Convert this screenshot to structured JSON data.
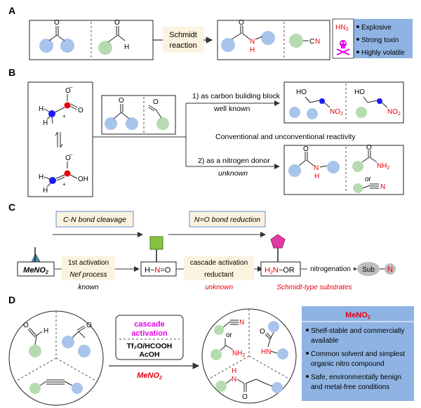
{
  "panels": {
    "A": "A",
    "B": "B",
    "C": "C",
    "D": "D"
  },
  "panelA": {
    "reagent_line1": "Schmidt",
    "reagent_line2": "reaction",
    "hn3": "HN",
    "hn3_sub": "3",
    "hazards": [
      "Explosive",
      "Strong toxin",
      "Highly volatile"
    ],
    "cn": "CN",
    "amide_n": "N",
    "amide_h": "H",
    "aldehyde_h": "H"
  },
  "panelB": {
    "route1": "1) as carbon buliding block",
    "route1_status": "well known",
    "route2": "2) as a nitrogen donor",
    "route2_status": "unknown",
    "reactivity": "Conventional and unconventional  reactivity",
    "or_label": "or",
    "ho": "HO",
    "no2": "NO",
    "no2_sub": "2",
    "nh2": "NH",
    "nh2_sub": "2",
    "amide_n": "N",
    "amide_h": "H"
  },
  "panelC": {
    "cn_cleavage": "C-N bond cleavage",
    "no_reduction": "N=O bond reduction",
    "meno2": "MeNO",
    "meno2_sub": "2",
    "first_activation": "1st activation",
    "nef": "Nef process",
    "known": "known",
    "hno_h": "H",
    "hno_n": "N",
    "hno_o": "O",
    "cascade_activation": "cascade activation",
    "reductant": "reductant",
    "unknown": "unknown",
    "h2n": "H",
    "h2n_sub": "2",
    "h2n_n": "N",
    "h2n_or": "OR",
    "nitrogenation": "nitrogenation",
    "schmidt_substrates": "Schmidt-type substrates",
    "sub": "Sub",
    "sub_n": "N"
  },
  "panelD": {
    "cascade": "cascade",
    "activation": "activation",
    "reagents1": "Tf₂O/HCOOH",
    "reagents2": "AcOH",
    "meno2": "MeNO",
    "meno2_sub": "2",
    "box_title": "MeNO",
    "box_title_sub": "2",
    "features": [
      [
        "Shelf-stable and commercially",
        "available"
      ],
      [
        "Common solvent and simplest",
        "organic nitro compound"
      ],
      [
        "Safe, environmentally benign",
        "and metal-free conditions"
      ]
    ],
    "or_label": "or",
    "nh2": "NH",
    "nh2_sub": "2",
    "hn": "HN",
    "h": "H",
    "n": "N",
    "o": "O"
  },
  "colors": {
    "blue_node": "#a9c4ec",
    "green_node": "#b7dbb0",
    "panel_blue": "#8fb4e3",
    "cream": "#fbf3e0",
    "magenta": "#e600e6",
    "red": "#e8000f",
    "teal": "#4f93a8",
    "lime": "#86c440",
    "pink": "#e23aa3",
    "grey": "#bdbdbd"
  }
}
